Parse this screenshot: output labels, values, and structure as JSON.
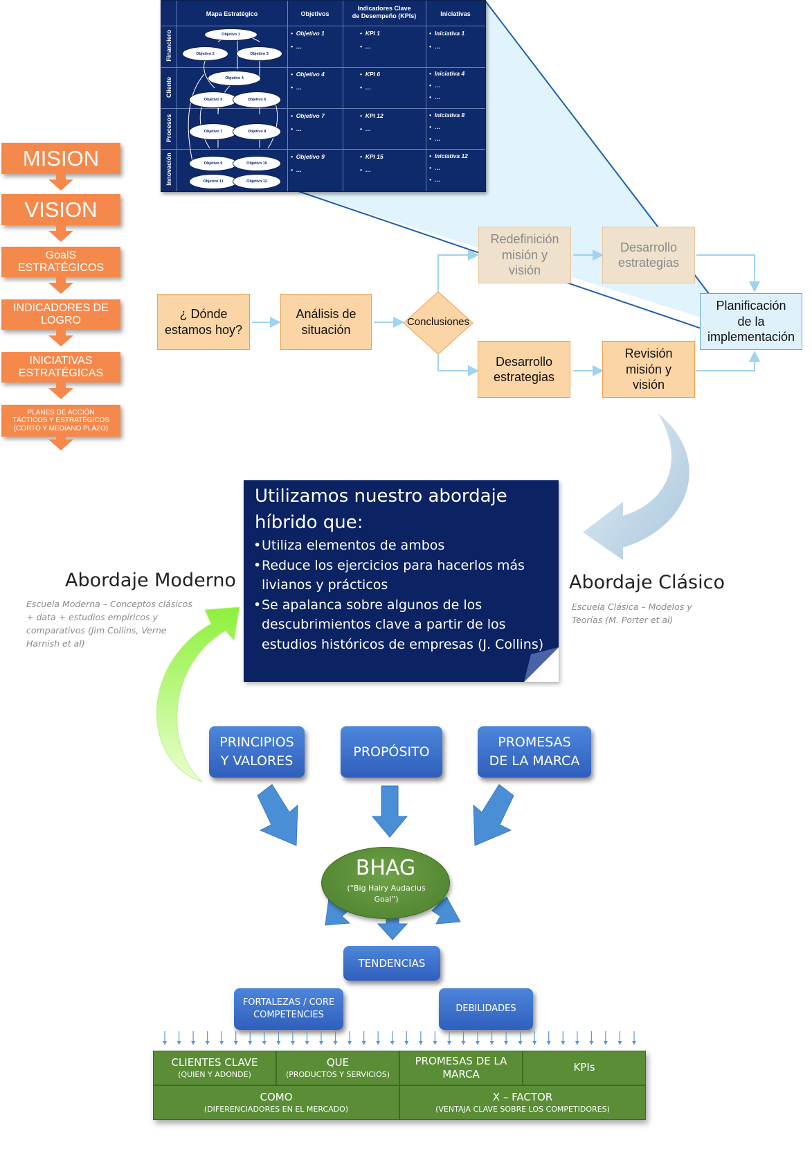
{
  "left_stack": {
    "steps": [
      "MISION",
      "VISION",
      "GoalS\nESTRATÉGICOS",
      "INDICADORES DE\nLOGRO",
      "INICIATIVAS\nESTRATÉGICAS",
      "PLANES DE ACCIÓN\nTÁCTICOS Y ESTRATÉGICOS\n(CORTO Y MEDIANO PLAZO)"
    ]
  },
  "bsc": {
    "headers": [
      "Mapa Estratégico",
      "Objetivos",
      "Indicadores Clave\nde Desempeño (KPIs)",
      "Iniciativas"
    ],
    "rows": [
      "Financiero",
      "Cliente",
      "Procesos",
      "Innovación"
    ],
    "objetivos": [
      "•  Objetivo 1\n•  …",
      "•  Objetivo 4\n•  …",
      "•  Objetivo 7\n•  …",
      "•  Objetivo 9\n•  …"
    ],
    "kpis": [
      "•  KPI 1\n•  …",
      "•  KPI 6\n•  …",
      "•  KPI 12\n•  …",
      "•  KPI 15\n•  …"
    ],
    "iniciativas": [
      "•  Iniciativa 1\n•  …",
      "•  Iniciativa 4\n•  …\n•  …",
      "•  Iniciativa 8\n•  …\n•  …",
      "•  Iniciativa 12\n•  …\n•  …"
    ],
    "map_nodes": [
      "Objetivo 1",
      "Objetivo 2",
      "Objetivo 3",
      "Objetivo 4",
      "Objetivo 5",
      "Objetivo 6",
      "Objetivo 7",
      "Objetivo 8",
      "Objetivo 9",
      "Objetivo 10",
      "Objetivo 11",
      "Objetivo 12"
    ]
  },
  "flow": {
    "donde": "¿ Dónde\nestamos hoy?",
    "analisis": "Análisis de\nsituación",
    "conclusiones": "Conclusiones",
    "redefinicion": "Redefinición\nmisión y\nvisión",
    "desarrollo_top": "Desarrollo\nestrategias",
    "desarrollo_bottom": "Desarrollo\nestrategias",
    "revision": "Revisión\nmisión y\nvisión",
    "planificacion": "Planificación\nde la\nimplementación"
  },
  "hybrid": {
    "title": "Utilizamos nuestro abordaje híbrido que:",
    "bullets": [
      "Utiliza elementos de ambos",
      "Reduce los ejercicios para hacerlos más livianos y prácticos",
      "Se apalanca sobre algunos de los descubrimientos clave a partir de los estudios históricos de empresas (J. Collins)"
    ]
  },
  "moderno": {
    "title": "Abordaje Moderno",
    "desc": "Escuela Moderna – Conceptos clásicos + data + estudios empíricos y comparativos (Jim Collins, Verne Harnish et al)"
  },
  "clasico": {
    "title": "Abordaje Clásico",
    "desc": "Escuela Clásica – Modelos y Teorías (M. Porter et al)"
  },
  "pillars": {
    "principios": "PRINCIPIOS\nY VALORES",
    "proposito": "PROPÓSITO",
    "promesas": "PROMESAS\nDE LA MARCA"
  },
  "bhag": {
    "title": "BHAG",
    "subtitle": "(“Big Hairy Audacius Goal”)"
  },
  "tendencias": "TENDENCIAS",
  "fortalezas": "FORTALEZAS / CORE\nCOMPETENCIES",
  "debilidades": "DEBILIDADES",
  "grid": {
    "clientes": {
      "main": "CLIENTES CLAVE",
      "sub": "(QUIEN Y ADONDE)"
    },
    "que": {
      "main": "QUE",
      "sub": "(PRODUCTOS Y SERVICIOS)"
    },
    "promesas": {
      "main": "PROMESAS DE LA\nMARCA"
    },
    "kpis": {
      "main": "KPIs"
    },
    "como": {
      "main": "COMO",
      "sub": "(DIFERENCIADORES EN EL MERCADO)"
    },
    "xfactor": {
      "main": "X – FACTOR",
      "sub": "(VENTAJA CLAVE SOBRE LOS COMPETIDORES)"
    }
  },
  "colors": {
    "orange": "#f5894b",
    "navy": "#0b2263",
    "flow_fill": "#fbd5a5",
    "button_blue": "#3a6fcf",
    "bhag_green": "#5a8d36"
  }
}
